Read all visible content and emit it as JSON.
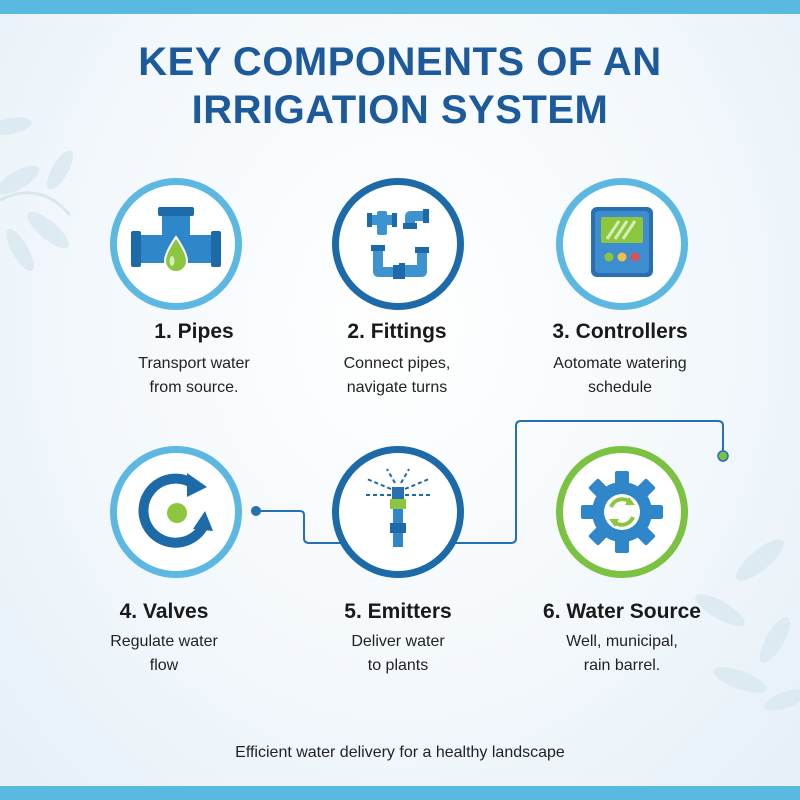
{
  "title": {
    "line1": "KEY COMPONENTS OF AN",
    "line2": "IRRIGATION SYSTEM"
  },
  "components": [
    {
      "title": "1. Pipes",
      "desc": [
        "Transport water",
        "from source."
      ],
      "icon": "pipe-tee-icon",
      "ring": "#5cb8e0"
    },
    {
      "title": "2. Fittings",
      "desc": [
        "Connect pipes,",
        "navigate turns"
      ],
      "icon": "fittings-icon",
      "ring": "#1c6aa8"
    },
    {
      "title": "3. Controllers",
      "desc": [
        "Aotomate watering",
        "schedule"
      ],
      "icon": "controller-icon",
      "ring": "#5cb8e0"
    },
    {
      "title": "4. Valves",
      "desc": [
        "Regulate water",
        "flow"
      ],
      "icon": "valve-icon",
      "ring": "#5cb8e0"
    },
    {
      "title": "5. Emitters",
      "desc": [
        "Deliver water",
        "to plants"
      ],
      "icon": "sprinkler-icon",
      "ring": "#1c6aa8"
    },
    {
      "title": "6. Water Source",
      "desc": [
        "Well, municipal,",
        "rain barrel."
      ],
      "icon": "gear-icon",
      "ring": "#7cc242"
    }
  ],
  "footer": "Efficient water delivery for a healthy landscape",
  "colors": {
    "title": "#1c5a9c",
    "accent_light_blue": "#5cb8e0",
    "accent_dark_blue": "#1c6aa8",
    "accent_green": "#7cc242",
    "bar": "#5ab9e0"
  }
}
